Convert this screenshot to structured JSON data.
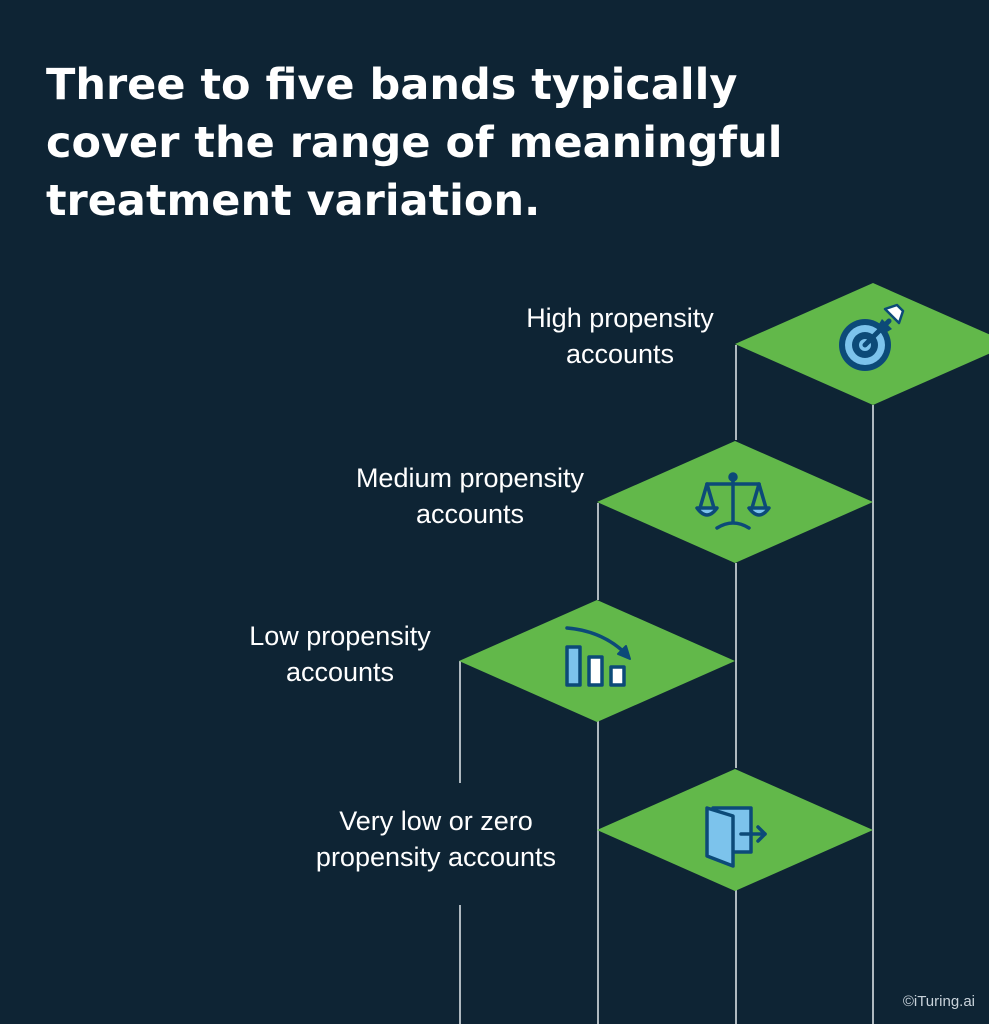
{
  "headline": {
    "lines": [
      "Three to five bands typically",
      "cover the range of meaningful",
      "treatment variation."
    ]
  },
  "bands": [
    {
      "label_lines": [
        "High propensity",
        "accounts"
      ],
      "icon": "target-arrow-icon"
    },
    {
      "label_lines": [
        "Medium propensity",
        "accounts"
      ],
      "icon": "balance-scale-icon"
    },
    {
      "label_lines": [
        "Low propensity",
        "accounts"
      ],
      "icon": "declining-bar-chart-icon"
    },
    {
      "label_lines": [
        "Very low or zero",
        "propensity accounts"
      ],
      "icon": "exit-door-icon"
    }
  ],
  "colors": {
    "background": "#0e2434",
    "diamond": "#62b84a",
    "icon_dark": "#0c4a78",
    "icon_light": "#7cc3ec",
    "line": "#d7dde2"
  },
  "credit": "©iTuring.ai"
}
